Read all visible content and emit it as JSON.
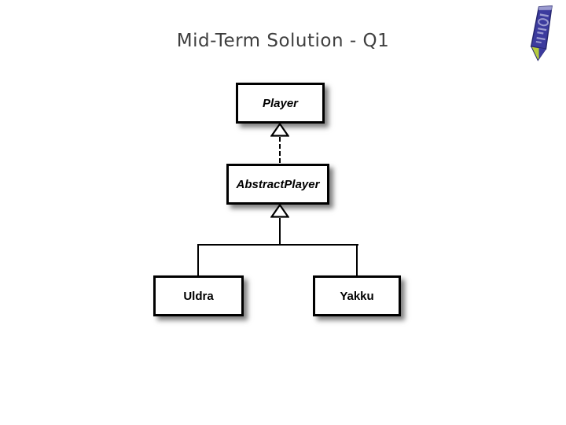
{
  "slide": {
    "title": "Mid-Term Solution - Q1",
    "title_color": "#3f3f3f",
    "background_color": "#ffffff"
  },
  "icon": {
    "name": "blue-crayon",
    "body_color": "#3c3b9e",
    "outline_color": "#26266e",
    "label_color": "#9b9bd0",
    "tip_color": "#b5cb3e"
  },
  "diagram": {
    "type": "uml-class-diagram",
    "nodes": [
      {
        "id": "player",
        "label": "Player",
        "style": "bold-italic"
      },
      {
        "id": "abstractplayer",
        "label": "AbstractPlayer",
        "style": "bold-italic"
      },
      {
        "id": "uldra",
        "label": "Uldra",
        "style": "bold"
      },
      {
        "id": "yakku",
        "label": "Yakku",
        "style": "bold"
      }
    ],
    "edges": [
      {
        "from": "AbstractPlayer",
        "to": "Player",
        "line": "dashed",
        "arrowhead": "hollow-triangle",
        "meaning": "realization"
      },
      {
        "from": "Uldra",
        "to": "AbstractPlayer",
        "line": "solid",
        "arrowhead": "hollow-triangle",
        "meaning": "generalization"
      },
      {
        "from": "Yakku",
        "to": "AbstractPlayer",
        "line": "solid",
        "arrowhead": "hollow-triangle",
        "meaning": "generalization"
      }
    ]
  }
}
